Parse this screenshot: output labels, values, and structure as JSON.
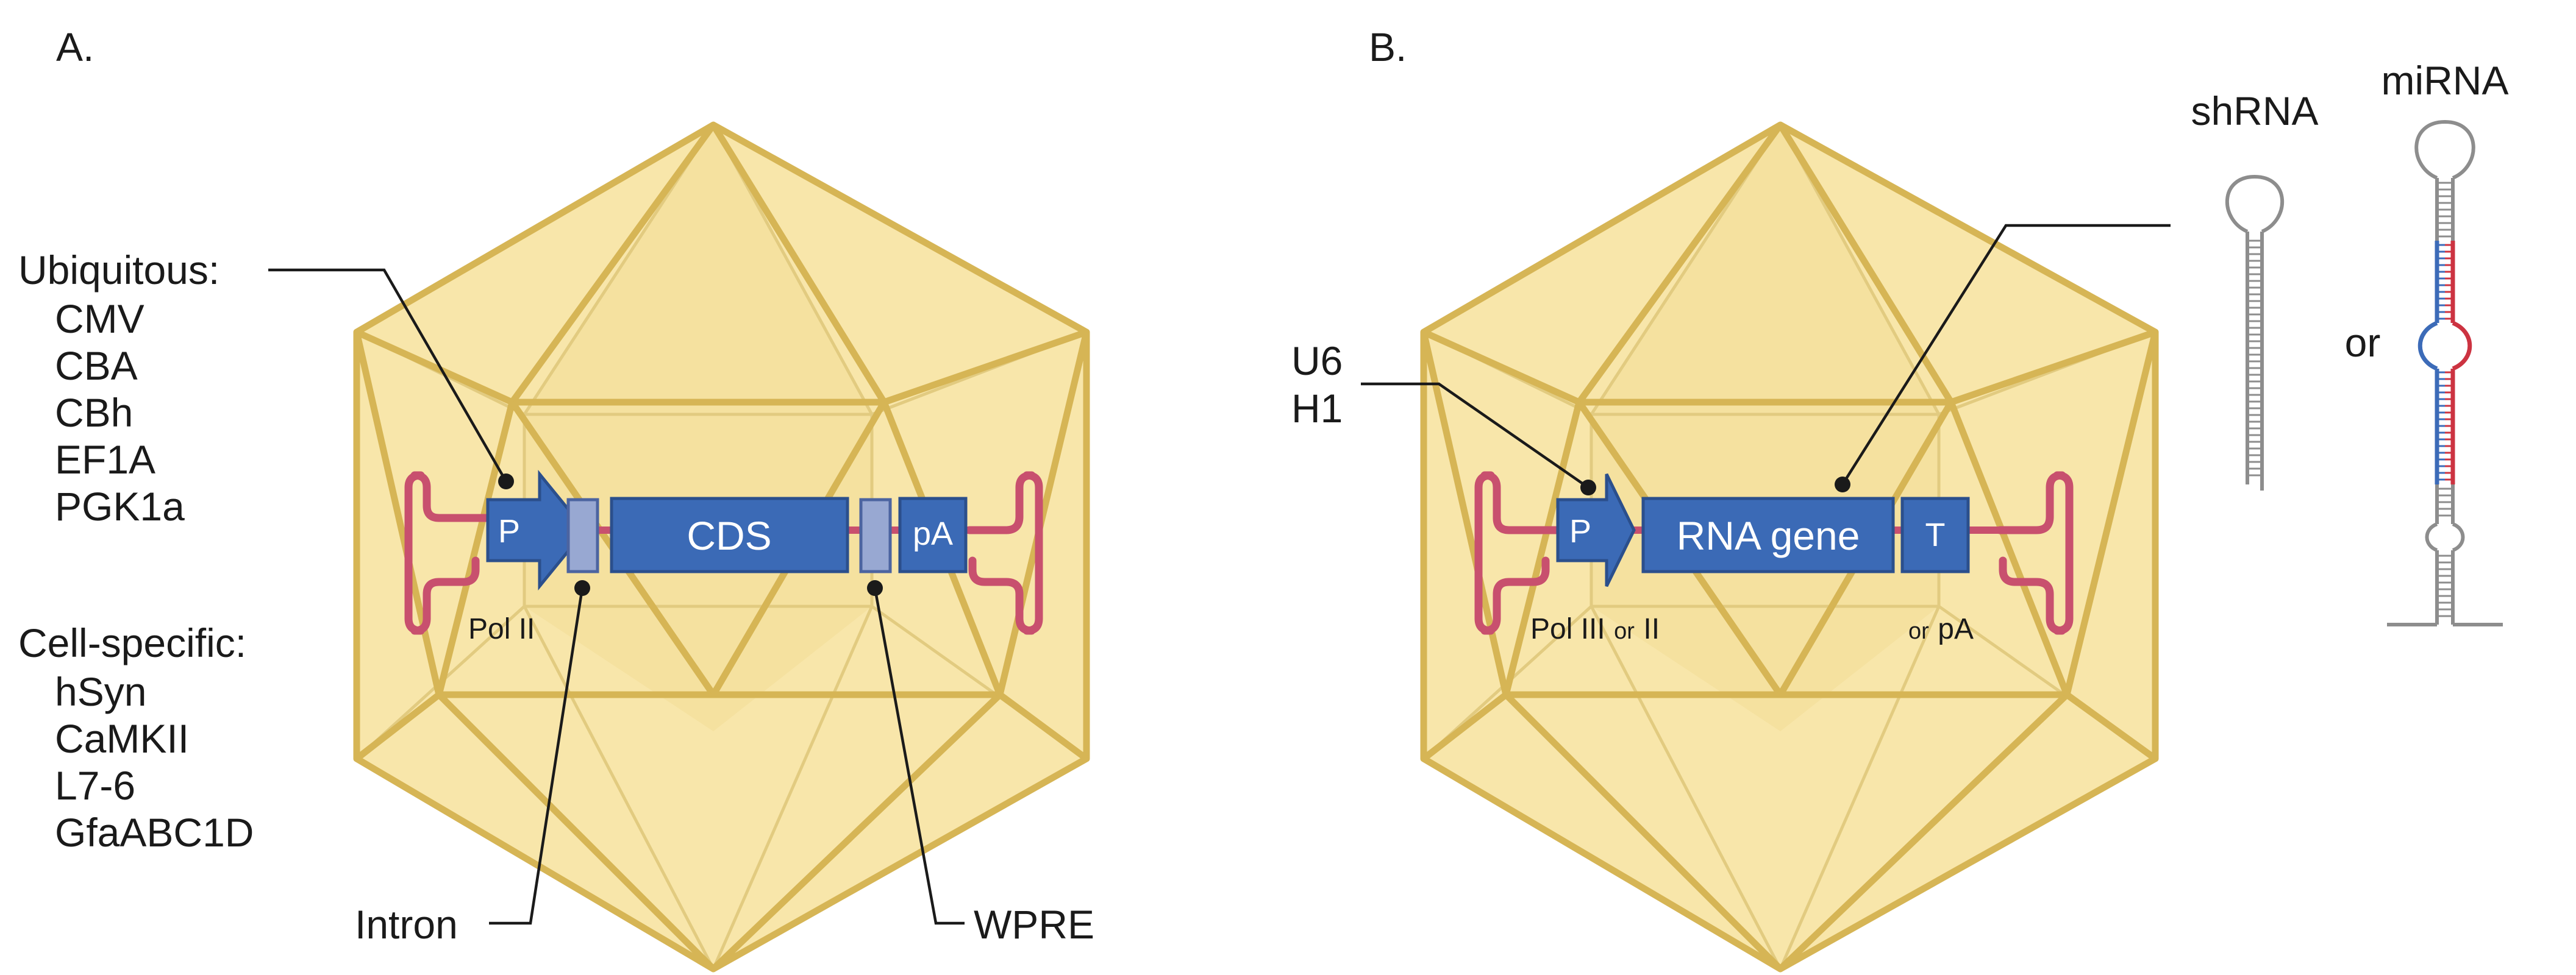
{
  "panel_a": {
    "panel_label": "A.",
    "ubiquitous": {
      "heading": "Ubiquitous:",
      "items": [
        "CMV",
        "CBA",
        "CBh",
        "EF1A",
        "PGK1a"
      ]
    },
    "cell_specific": {
      "heading": "Cell-specific:",
      "items": [
        "hSyn",
        "CaMKII",
        "L7-6",
        "GfaABC1D"
      ]
    },
    "promoter_box": "P",
    "cds_box": "CDS",
    "pa_box": "pA",
    "pol_label": "Pol II",
    "intron_label": "Intron",
    "wpre_label": "WPRE"
  },
  "panel_b": {
    "panel_label": "B.",
    "promoters": [
      "U6",
      "H1"
    ],
    "promoter_box": "P",
    "rna_gene_box": "RNA gene",
    "terminator_box": "T",
    "pol_label_main": "Pol III",
    "pol_label_or": "or",
    "pol_label_alt": "II",
    "term_label_or": "or",
    "term_label_alt": "pA",
    "shrna_label": "shRNA",
    "mirna_label": "miRNA",
    "or_label": "or"
  },
  "colors": {
    "capsid_fill": "#f8e6aa",
    "capsid_edge": "#d6b555",
    "itr_dna": "#c8506e",
    "element_blue": "#3b6ab6",
    "element_light": "#98a8d2",
    "mirna_blue": "#3c6bb8",
    "mirna_red": "#cc3341",
    "rna_gray": "#8d8d8d"
  },
  "icons": {
    "capsid": "aav-capsid-icosahedron-icon",
    "itr": "itr-hairpin-icon",
    "shrna": "shrna-hairpin-icon",
    "mirna": "mirna-hairpin-icon"
  }
}
